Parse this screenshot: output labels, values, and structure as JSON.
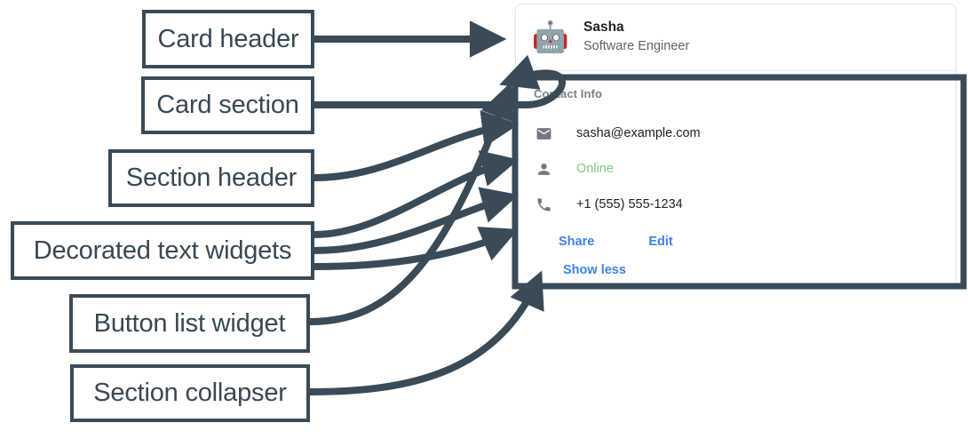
{
  "annotations": [
    {
      "id": "card-header",
      "label": "Card header"
    },
    {
      "id": "card-section",
      "label": "Card section"
    },
    {
      "id": "section-header",
      "label": "Section header"
    },
    {
      "id": "decorated-text",
      "label": "Decorated text widgets"
    },
    {
      "id": "button-list",
      "label": "Button list widget"
    },
    {
      "id": "section-collapser",
      "label": "Section collapser"
    }
  ],
  "card": {
    "header": {
      "avatar_icon": "robot-avatar-icon",
      "avatar_glyph": "🤖",
      "title": "Sasha",
      "subtitle": "Software Engineer"
    },
    "section": {
      "header": "Contact Info",
      "rows": [
        {
          "icon": "email-icon",
          "text": "sasha@example.com",
          "status": false
        },
        {
          "icon": "person-icon",
          "text": "Online",
          "status": true
        },
        {
          "icon": "phone-icon",
          "text": "+1 (555) 555-1234",
          "status": false
        }
      ],
      "buttons": [
        {
          "label": "Share"
        },
        {
          "label": "Edit"
        }
      ],
      "collapser": {
        "label": "Show less"
      }
    }
  },
  "colors": {
    "annotation": "#3a4b57",
    "link": "#3d82e8",
    "status_online": "#81c784",
    "icon_gray": "#737980",
    "text_primary": "#202124",
    "text_secondary": "#5f6368"
  }
}
